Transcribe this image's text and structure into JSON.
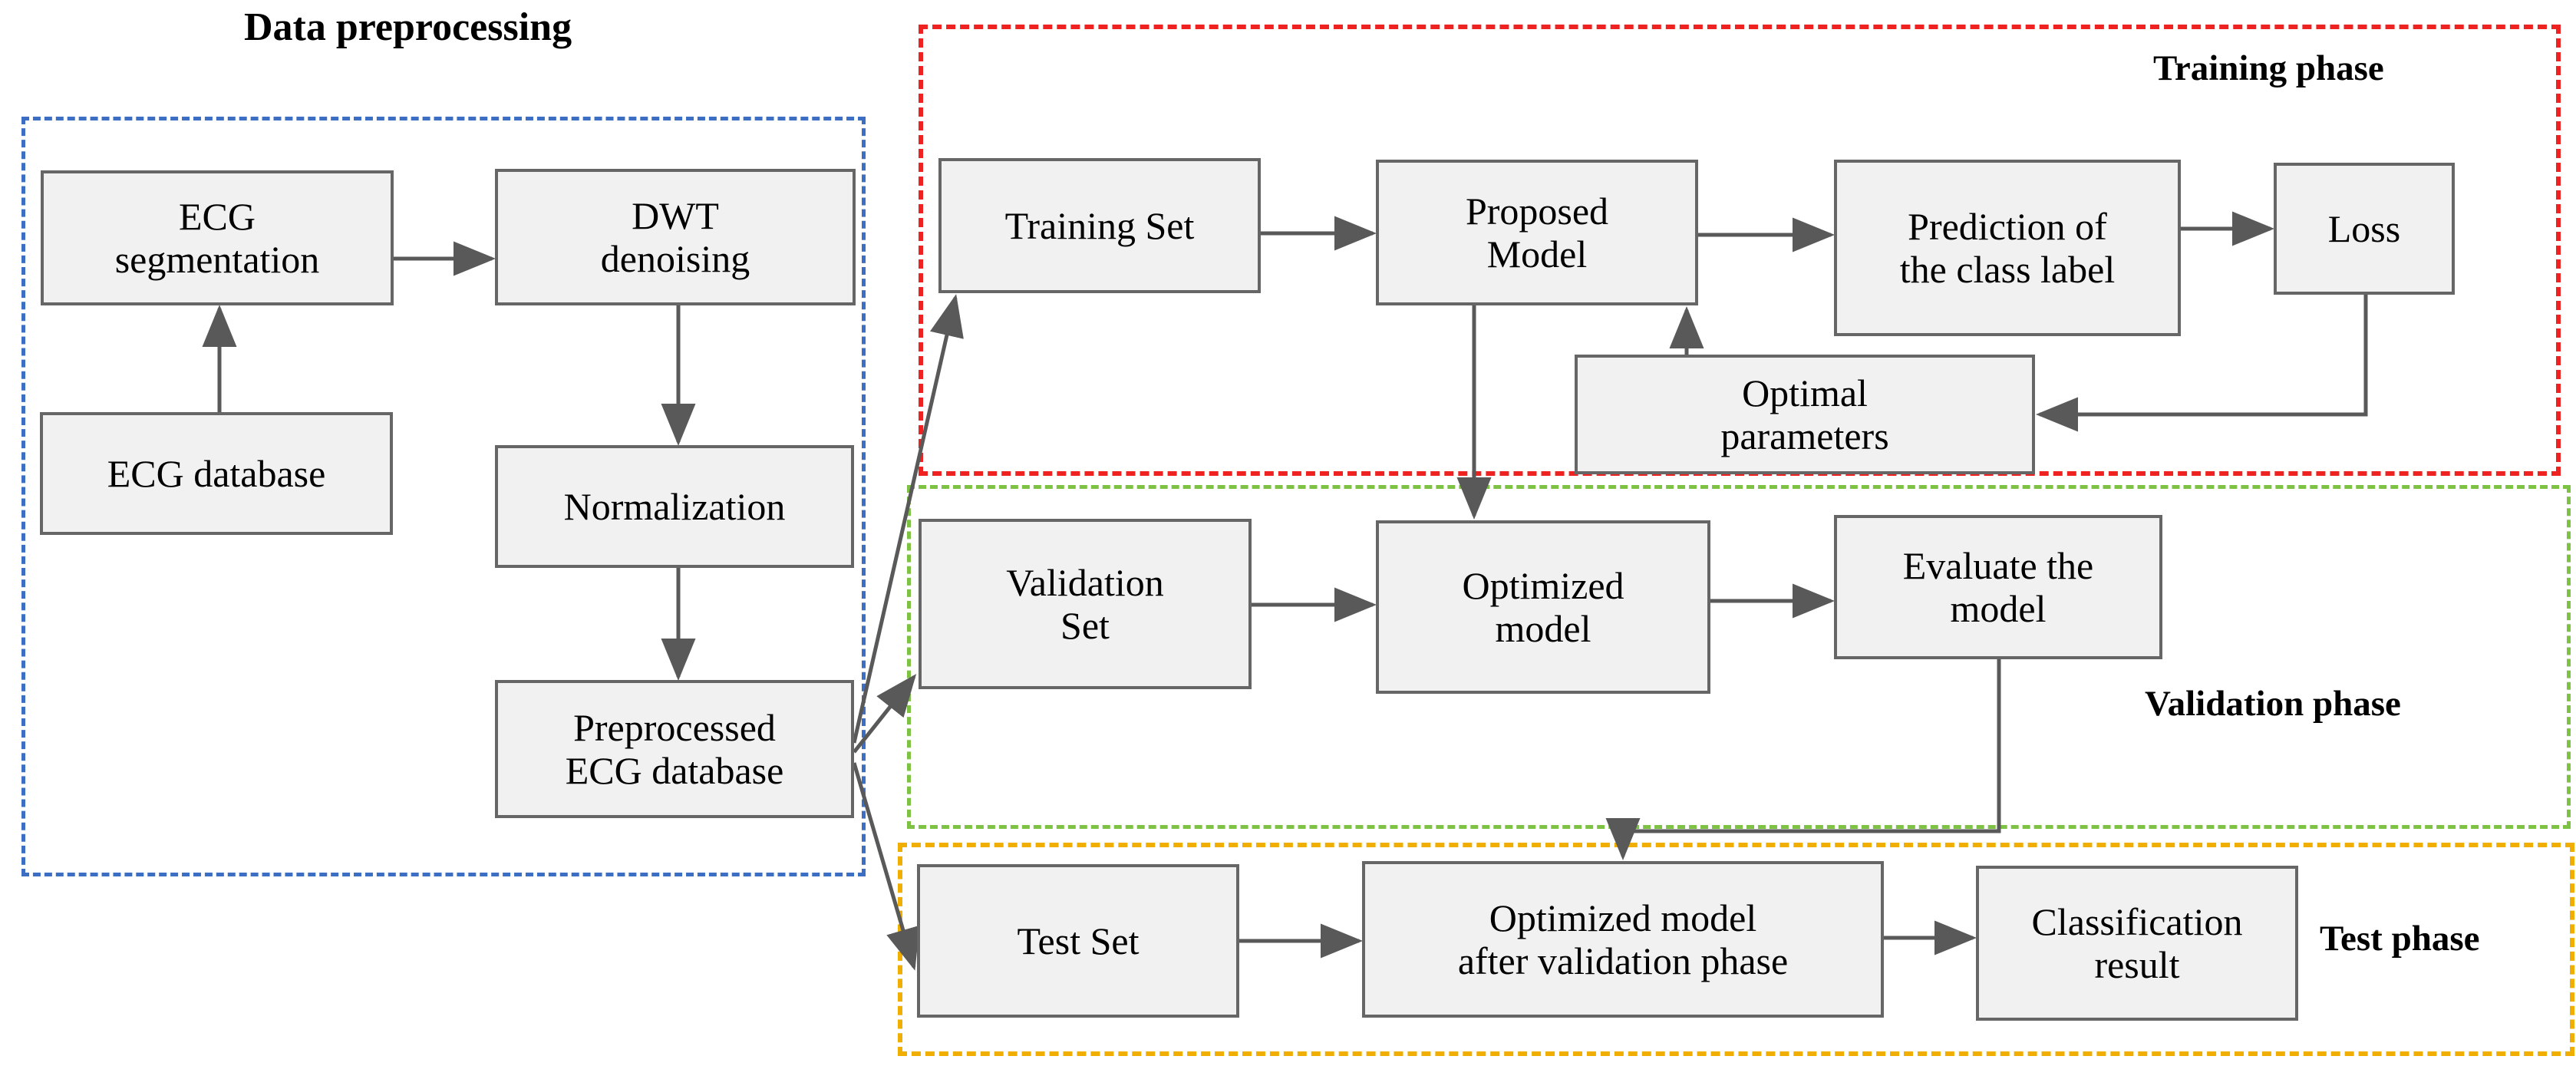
{
  "diagram": {
    "title_top_left": "Data preprocessing",
    "phases": [
      {
        "key": "preprocessing",
        "label": "Data preprocessing",
        "color": "#3c6fc4"
      },
      {
        "key": "training",
        "label": "Training phase",
        "color": "#ef2222"
      },
      {
        "key": "validation",
        "label": "Validation phase",
        "color": "#7dc242"
      },
      {
        "key": "test",
        "label": "Test phase",
        "color": "#f0ae00"
      }
    ],
    "nodes": {
      "ecg_segmentation": "ECG\nsegmentation",
      "dwt_denoising": "DWT\ndenoising",
      "ecg_database": "ECG database",
      "normalization": "Normalization",
      "preprocessed_db": "Preprocessed\nECG database",
      "training_set": "Training Set",
      "proposed_model": "Proposed\nModel",
      "prediction_class_label": "Prediction of\nthe class label",
      "loss": "Loss",
      "optimal_parameters": "Optimal\nparameters",
      "validation_set": "Validation\nSet",
      "optimized_model": "Optimized\nmodel",
      "evaluate_model": "Evaluate the\nmodel",
      "test_set": "Test Set",
      "optimized_model_after_validation": "Optimized model\nafter validation phase",
      "classification_result": "Classification\nresult"
    },
    "node_colors": {
      "fill": "#f1f1f1",
      "stroke": "#666666",
      "text": "#000000"
    },
    "edges": [
      {
        "from": "ecg_segmentation",
        "to": "dwt_denoising"
      },
      {
        "from": "ecg_database",
        "to": "ecg_segmentation"
      },
      {
        "from": "dwt_denoising",
        "to": "normalization"
      },
      {
        "from": "normalization",
        "to": "preprocessed_db"
      },
      {
        "from": "preprocessed_db",
        "to": "training_set"
      },
      {
        "from": "preprocessed_db",
        "to": "validation_set"
      },
      {
        "from": "preprocessed_db",
        "to": "test_set"
      },
      {
        "from": "training_set",
        "to": "proposed_model"
      },
      {
        "from": "proposed_model",
        "to": "prediction_class_label"
      },
      {
        "from": "prediction_class_label",
        "to": "loss"
      },
      {
        "from": "loss",
        "to": "optimal_parameters"
      },
      {
        "from": "optimal_parameters",
        "to": "proposed_model"
      },
      {
        "from": "proposed_model",
        "to": "optimized_model"
      },
      {
        "from": "validation_set",
        "to": "optimized_model"
      },
      {
        "from": "optimized_model",
        "to": "evaluate_model"
      },
      {
        "from": "evaluate_model",
        "to": "optimized_model_after_validation"
      },
      {
        "from": "test_set",
        "to": "optimized_model_after_validation"
      },
      {
        "from": "optimized_model_after_validation",
        "to": "classification_result"
      }
    ]
  }
}
